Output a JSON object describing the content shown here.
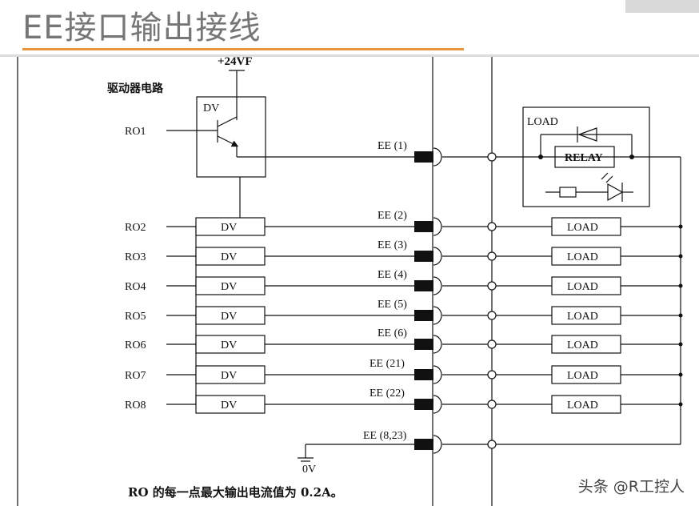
{
  "header": {
    "title": "EE接口输出接线"
  },
  "diagram": {
    "supply_label": "+24VF",
    "driver_circuit_label": "驱动器电路",
    "driver_box_label": "DV",
    "ground_label": "0V",
    "footnote": "RO 的每一点最大输出电流值为 0.2A。",
    "load_box_label": "LOAD",
    "relay_label": "RELAY",
    "rows": [
      {
        "ro": "RO1",
        "dv": "",
        "ee": "EE (1)",
        "load": ""
      },
      {
        "ro": "RO2",
        "dv": "DV",
        "ee": "EE (2)",
        "load": "LOAD"
      },
      {
        "ro": "RO3",
        "dv": "DV",
        "ee": "EE (3)",
        "load": "LOAD"
      },
      {
        "ro": "RO4",
        "dv": "DV",
        "ee": "EE (4)",
        "load": "LOAD"
      },
      {
        "ro": "RO5",
        "dv": "DV",
        "ee": "EE (5)",
        "load": "LOAD"
      },
      {
        "ro": "RO6",
        "dv": "DV",
        "ee": "EE (6)",
        "load": "LOAD"
      },
      {
        "ro": "RO7",
        "dv": "DV",
        "ee": "EE (21)",
        "load": "LOAD"
      },
      {
        "ro": "RO8",
        "dv": "DV",
        "ee": "EE (22)",
        "load": "LOAD"
      }
    ],
    "common_ee": "EE (8,23)"
  },
  "watermark": "头条 @R工控人"
}
